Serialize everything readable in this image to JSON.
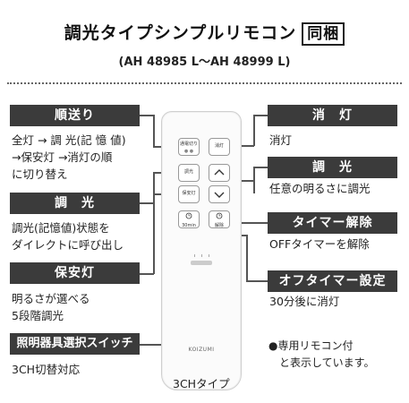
{
  "header": {
    "title": "調光タイプシンプルリモコン",
    "tag": "同梱",
    "models": "(AH 48985 L〜AH 48999 L)"
  },
  "features": {
    "junokuri": {
      "label": "順送り",
      "desc_lines": [
        "全灯 → 調 光(記 憶 値)",
        "→保安灯 →消灯の順",
        "に切り替え"
      ]
    },
    "choko_left": {
      "label": "調　光",
      "desc_lines": [
        "調光(記憶値)状態を",
        "ダイレクトに呼び出し"
      ]
    },
    "hoantou": {
      "label": "保安灯",
      "desc_lines": [
        "明るさが選べる",
        "5段階調光"
      ]
    },
    "switch": {
      "label": "照明器具選択スイッチ",
      "desc": "3CH切替対応"
    },
    "shoutou": {
      "label": "消　灯",
      "desc": "消灯"
    },
    "choko_right": {
      "label": "調　光",
      "desc": "任意の明るさに調光"
    },
    "timer_cancel": {
      "label": "タイマー解除",
      "desc": "OFFタイマーを解除"
    },
    "off_timer": {
      "label": "オフタイマー設定",
      "desc": "30分後に消灯"
    }
  },
  "remote": {
    "btn_junokuri": "通電切り",
    "btn_junokuri_sub": "● ●",
    "btn_shoutou": "消灯",
    "btn_choko": "調光",
    "btn_hoan": "保安灯",
    "btn_timer": "30min",
    "btn_cancel": "解除",
    "brand": "KOIZUMI"
  },
  "notes": {
    "type": "3CHタイプ",
    "note_lines": [
      "●専用リモコン付",
      "と表示しています。"
    ]
  }
}
